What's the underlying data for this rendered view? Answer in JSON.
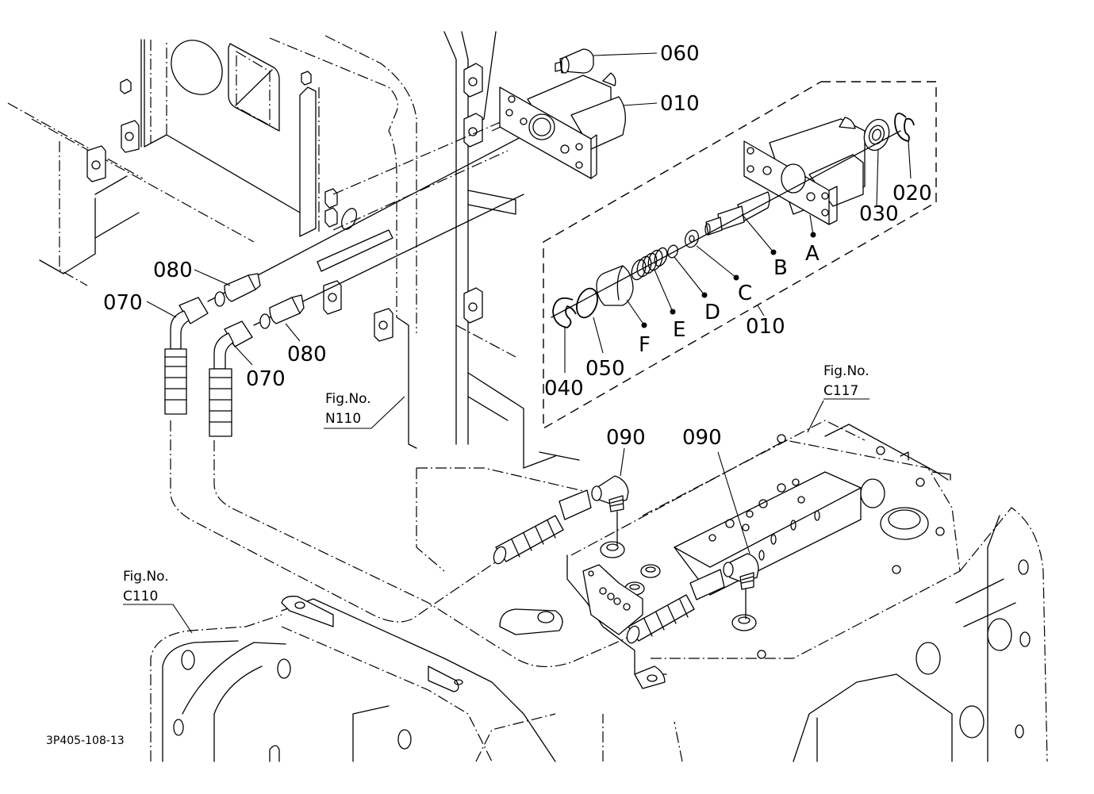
{
  "diagram": {
    "type": "exploded-parts-diagram",
    "drawing_code": "3P405-108-13",
    "callouts": {
      "c060": "060",
      "c010_top": "010",
      "c010_group": "010",
      "c020": "020",
      "c030": "030",
      "c040": "040",
      "c050": "050",
      "c070_left": "070",
      "c070_right": "070",
      "c080_left": "080",
      "c080_right": "080",
      "c090_left": "090",
      "c090_right": "090"
    },
    "sub_parts": {
      "A": "A",
      "B": "B",
      "C": "C",
      "D": "D",
      "E": "E",
      "F": "F"
    },
    "figure_refs": {
      "n110": {
        "label": "Fig.No.",
        "number": "N110"
      },
      "c117": {
        "label": "Fig.No.",
        "number": "C117"
      },
      "c110": {
        "label": "Fig.No.",
        "number": "C110"
      }
    }
  }
}
